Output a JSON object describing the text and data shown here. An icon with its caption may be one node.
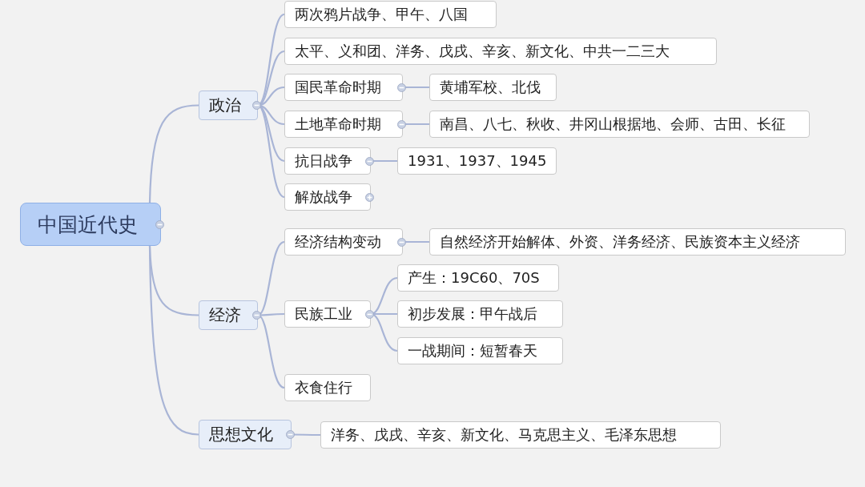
{
  "diagram": {
    "nodes": [
      {
        "text": [
          "中国近代史"
        ]
      },
      {
        "text": [
          "政治"
        ]
      },
      {
        "text": [
          "两次鸦片战争、甲午、八国"
        ]
      },
      {
        "text": [
          "太平、义和团、洋务、戊戌、辛亥、新文化、中共一二三大"
        ]
      },
      {
        "text": [
          "国民革命时期"
        ]
      },
      {
        "text": [
          "黄埔军校、北伐"
        ]
      },
      {
        "text": [
          "土地革命时期"
        ]
      },
      {
        "text": [
          "南昌、八七、秋收、井冈山根据地、会师、古田、长征"
        ]
      },
      {
        "text": [
          "抗日战争"
        ]
      },
      {
        "text": [
          "1931、1937、1945"
        ]
      },
      {
        "text": [
          "解放战争"
        ]
      },
      {
        "text": [
          "经济"
        ]
      },
      {
        "text": [
          "经济结构变动"
        ]
      },
      {
        "text": [
          "自然经济开始解体、外资、洋务经济、民族资本主义经济"
        ]
      },
      {
        "text": [
          "民族工业"
        ]
      },
      {
        "text": [
          "产生：19C60、70S"
        ]
      },
      {
        "text": [
          "初步发展：甲午战后"
        ]
      },
      {
        "text": [
          "一战期间：短暂春天"
        ]
      },
      {
        "text": [
          "衣食住行"
        ]
      },
      {
        "text": [
          "思想文化"
        ]
      },
      {
        "text": [
          "洋务、戊戌、辛亥、新文化、马克思主义、毛泽东思想"
        ]
      }
    ],
    "edges": [
      {
        "from": 0,
        "to": 1,
        "arrow": "none"
      },
      {
        "from": 0,
        "to": 11,
        "arrow": "none"
      },
      {
        "from": 0,
        "to": 19,
        "arrow": "none"
      },
      {
        "from": 1,
        "to": 2,
        "arrow": "none"
      },
      {
        "from": 1,
        "to": 3,
        "arrow": "none"
      },
      {
        "from": 1,
        "to": 4,
        "arrow": "none"
      },
      {
        "from": 1,
        "to": 6,
        "arrow": "none"
      },
      {
        "from": 1,
        "to": 8,
        "arrow": "none"
      },
      {
        "from": 1,
        "to": 10,
        "arrow": "none"
      },
      {
        "from": 4,
        "to": 5,
        "arrow": "none"
      },
      {
        "from": 6,
        "to": 7,
        "arrow": "none"
      },
      {
        "from": 8,
        "to": 9,
        "arrow": "none"
      },
      {
        "from": 11,
        "to": 12,
        "arrow": "none"
      },
      {
        "from": 11,
        "to": 14,
        "arrow": "none"
      },
      {
        "from": 11,
        "to": 18,
        "arrow": "none"
      },
      {
        "from": 12,
        "to": 13,
        "arrow": "none"
      },
      {
        "from": 14,
        "to": 15,
        "arrow": "none"
      },
      {
        "from": 14,
        "to": 16,
        "arrow": "none"
      },
      {
        "from": 14,
        "to": 17,
        "arrow": "none"
      },
      {
        "from": 19,
        "to": 20,
        "arrow": "none"
      }
    ]
  }
}
